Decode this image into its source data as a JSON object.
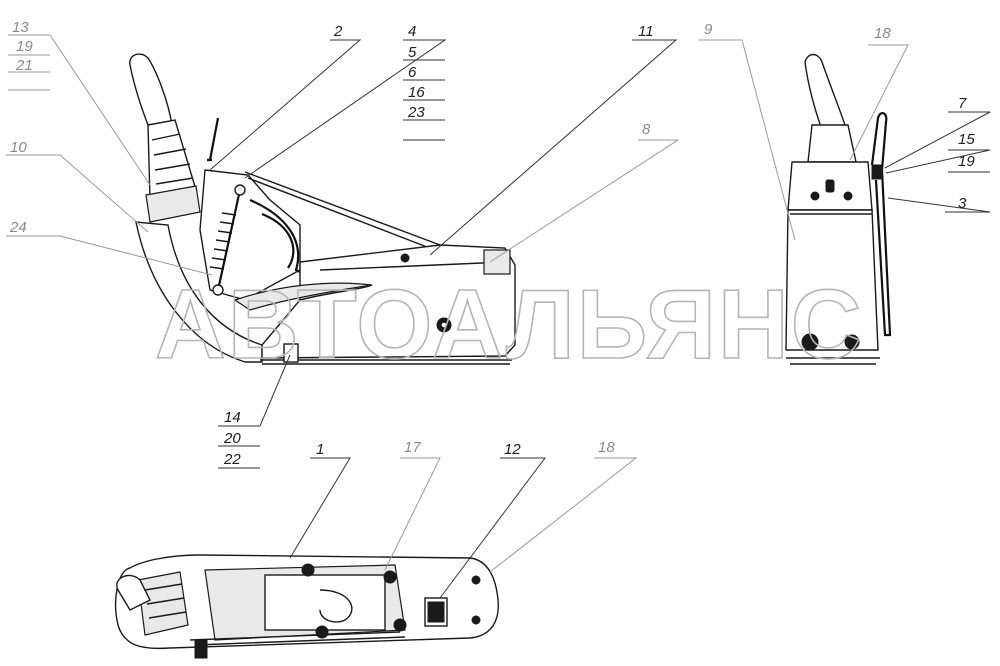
{
  "watermark": "АВТОАЛЬЯНС",
  "labels": {
    "l13": "13",
    "l19a": "19",
    "l21": "21",
    "l2": "2",
    "l4": "4",
    "l5": "5",
    "l6": "6",
    "l16": "16",
    "l23": "23",
    "l11": "11",
    "l9": "9",
    "l18a": "18",
    "l10": "10",
    "l8": "8",
    "l7": "7",
    "l15": "15",
    "l19b": "19",
    "l3": "3",
    "l24": "24",
    "l14": "14",
    "l20": "20",
    "l22": "22",
    "l1": "1",
    "l17": "17",
    "l12": "12",
    "l18b": "18"
  }
}
